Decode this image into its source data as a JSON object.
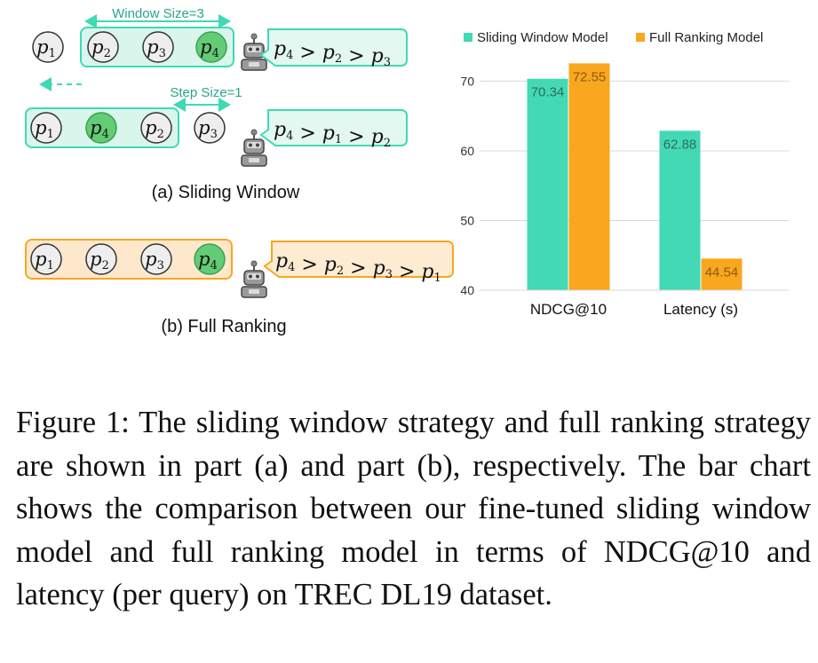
{
  "diagram": {
    "window_size_label": "Window Size=3",
    "step_size_label": "Step Size=1",
    "part_a_label": "(a) Sliding Window",
    "part_b_label": "(b) Full Ranking",
    "row1_passages": [
      "1",
      "2",
      "3",
      "4"
    ],
    "row1_output": [
      "4",
      "2",
      "3"
    ],
    "row2_passages": [
      "1",
      "4",
      "2",
      "3"
    ],
    "row2_output": [
      "4",
      "1",
      "2"
    ],
    "row3_passages": [
      "1",
      "2",
      "3",
      "4"
    ],
    "row3_output": [
      "4",
      "2",
      "3",
      "1"
    ],
    "colors": {
      "teal": "#40d9b4",
      "teal_bg": "#d9f6ec",
      "orange": "#f6a623",
      "orange_bg": "#fde8cc",
      "green": "#63cc74",
      "grey_circle": "#eeeeee"
    }
  },
  "chart_data": {
    "type": "bar",
    "categories": [
      "NDCG@10",
      "Latency (s)"
    ],
    "series": [
      {
        "name": "Sliding Window Model",
        "values": [
          70.34,
          62.88
        ],
        "color": "#43d9b4"
      },
      {
        "name": "Full Ranking Model",
        "values": [
          72.55,
          44.54
        ],
        "color": "#f9a71f"
      }
    ],
    "ylim": [
      40,
      74
    ],
    "yticks": [
      "40",
      "50",
      "60",
      "70"
    ],
    "grid": true,
    "legend": "top"
  },
  "caption": {
    "text": "Figure 1: The sliding window strategy and full ranking strategy are shown in part (a) and part (b), respectively. The bar chart shows the comparison between our fine-tuned sliding window model and full ranking model in terms of NDCG@10 and latency (per query) on TREC DL19 dataset."
  }
}
